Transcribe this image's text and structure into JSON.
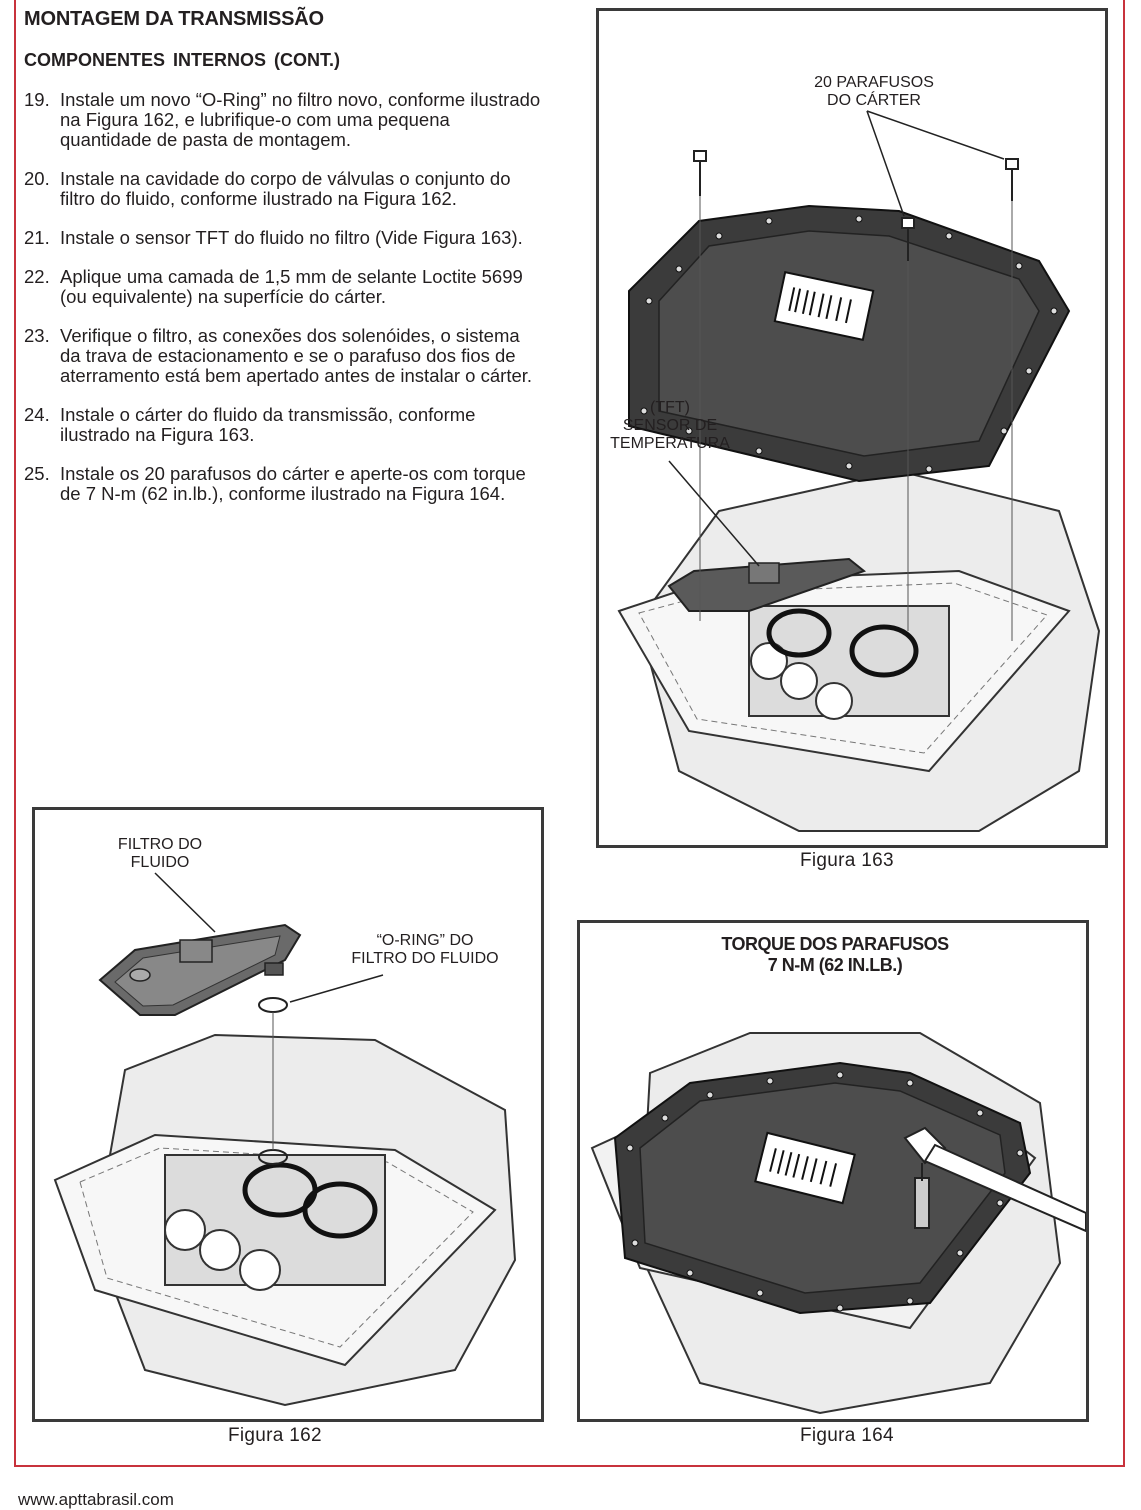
{
  "page": {
    "title": "MONTAGEM DA TRANSMISSÃO",
    "subtitle": "COMPONENTES INTERNOS (CONT.)",
    "footer": "www.apttabrasil.com"
  },
  "steps": [
    {
      "num": "19.",
      "text": "Instale um novo “O-Ring” no filtro novo, conforme ilustrado na Figura 162, e lubrifique-o com uma pequena quantidade de pasta de montagem."
    },
    {
      "num": "20.",
      "text": "Instale na cavidade do corpo de válvulas o conjunto do filtro do fluido, conforme ilustrado na Figura 162."
    },
    {
      "num": "21.",
      "text": "Instale o sensor TFT do fluido no filtro (Vide Figura 163)."
    },
    {
      "num": "22.",
      "text": "Aplique uma camada de 1,5 mm de selante Loctite 5699 (ou equivalente) na superfície do cárter."
    },
    {
      "num": "23.",
      "text": "Verifique o filtro, as conexões dos solenóides, o sistema da trava de estacionamento e se o parafuso dos fios de aterramento está bem apertado antes de instalar o cárter."
    },
    {
      "num": "24.",
      "text": "Instale o cárter do fluido da transmissão, conforme ilustrado na Figura 163."
    },
    {
      "num": "25.",
      "text": "Instale os 20 parafusos do cárter e aperte-os com torque de 7 N-m (62 in.lb.), conforme ilustrado na Figura 164."
    }
  ],
  "figures": {
    "fig162": {
      "caption": "Figura  162",
      "callout_filter_l1": "FILTRO DO",
      "callout_filter_l2": "FLUIDO",
      "callout_oring_l1": "“O-RING” DO",
      "callout_oring_l2": "FILTRO DO FLUIDO"
    },
    "fig163": {
      "caption": "Figura  163",
      "callout_bolts_l1": "20 PARAFUSOS",
      "callout_bolts_l2": "DO CÁRTER",
      "callout_tft_l1": "(TFT)",
      "callout_tft_l2": "SENSOR DE",
      "callout_tft_l3": "TEMPERATURA"
    },
    "fig164": {
      "caption": "Figura  164",
      "callout_torque_l1": "TORQUE DOS PARAFUSOS",
      "callout_torque_l2": "7 N-M  (62 IN.LB.)"
    }
  },
  "colors": {
    "frame_border": "#c8323c",
    "text": "#231f20",
    "pan_fill": "#3b3b3b"
  }
}
